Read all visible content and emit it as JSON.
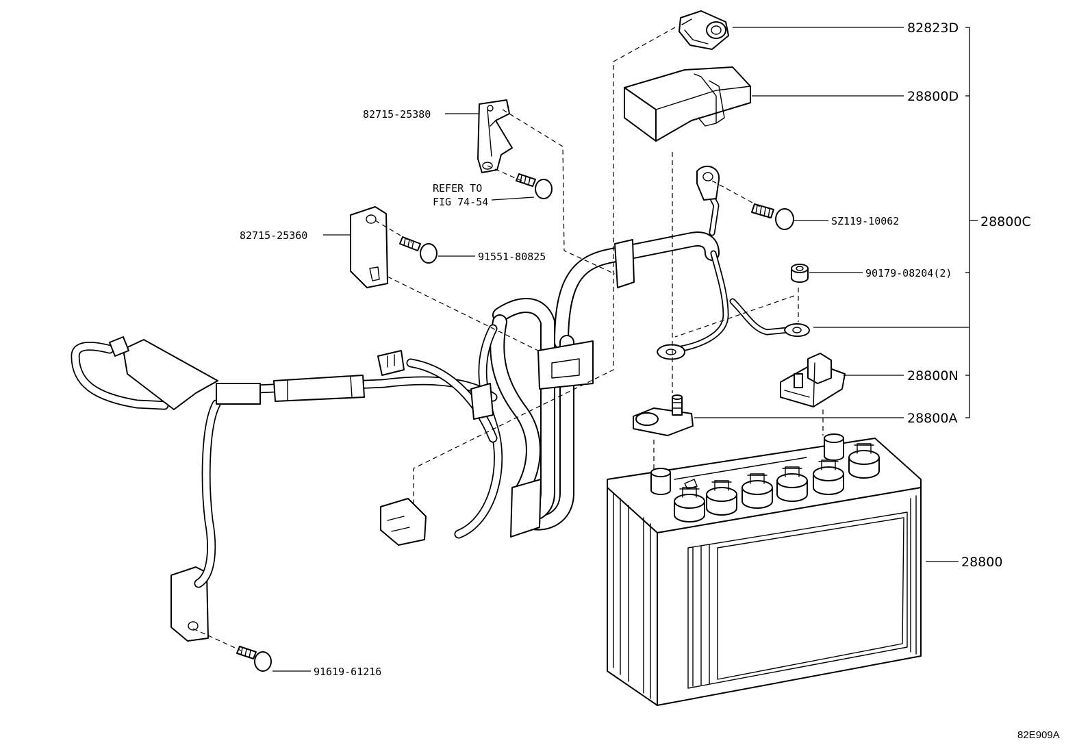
{
  "diagram": {
    "figure_code": "82E909A",
    "callouts": [
      {
        "id": "c1",
        "label": "82823D"
      },
      {
        "id": "c2",
        "label": "28800D"
      },
      {
        "id": "c3",
        "label": "82715-25380"
      },
      {
        "id": "c4",
        "label": "REFER TO"
      },
      {
        "id": "c5",
        "label": "FIG 74-54"
      },
      {
        "id": "c6",
        "label": "SZ119-10062"
      },
      {
        "id": "c7",
        "label": "28800C"
      },
      {
        "id": "c8",
        "label": "82715-25360"
      },
      {
        "id": "c9",
        "label": "91551-80825"
      },
      {
        "id": "c10",
        "label": "90179-08204(2)"
      },
      {
        "id": "c11",
        "label": "28800N"
      },
      {
        "id": "c12",
        "label": "28800A"
      },
      {
        "id": "c13",
        "label": "28800"
      },
      {
        "id": "c14",
        "label": "91619-61216"
      }
    ]
  }
}
